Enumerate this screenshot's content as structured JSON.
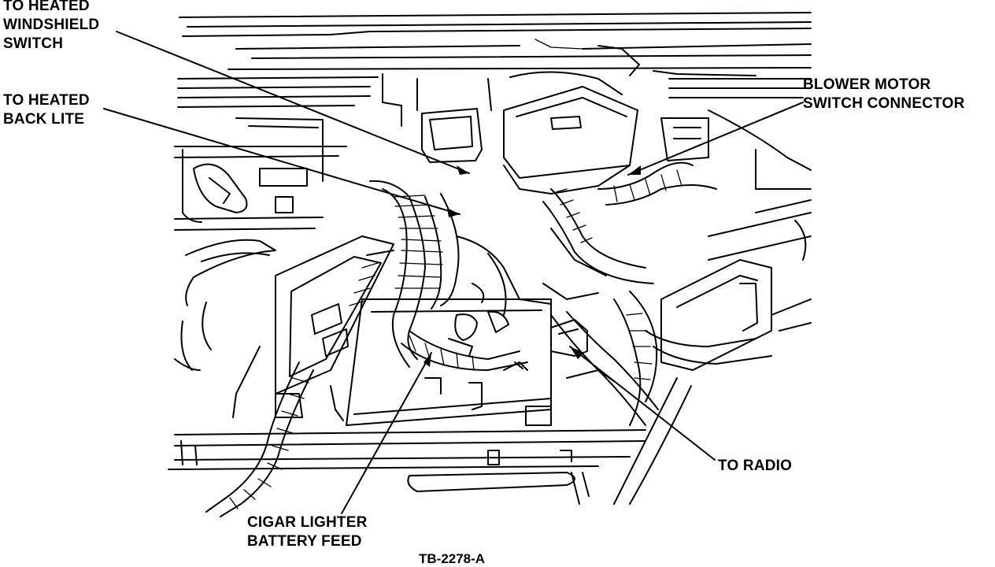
{
  "callouts": {
    "heated_windshield": [
      "TO HEATED",
      "WINDSHIELD",
      "SWITCH"
    ],
    "heated_back_lite": [
      "TO HEATED",
      "BACK LITE"
    ],
    "blower_motor": [
      "BLOWER MOTOR",
      "SWITCH CONNECTOR"
    ],
    "radio": [
      "TO RADIO"
    ],
    "cigar_lighter": [
      "CIGAR LIGHTER",
      "BATTERY FEED"
    ]
  },
  "figure_id": "TB-2278-A",
  "colors": {
    "ink": "#000000",
    "paper": "#ffffff"
  }
}
